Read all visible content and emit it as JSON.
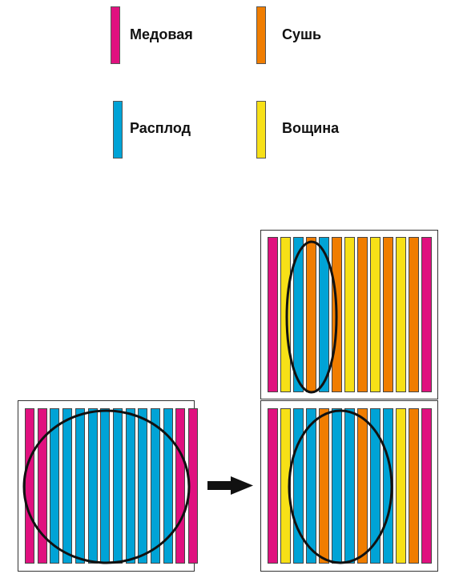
{
  "legend": [
    {
      "key": "honey",
      "label": "Медовая",
      "color": "#E0117F"
    },
    {
      "key": "dry",
      "label": "Сушь",
      "color": "#F07D00"
    },
    {
      "key": "brood",
      "label": "Расплод",
      "color": "#00A3D6"
    },
    {
      "key": "wax",
      "label": "Вощина",
      "color": "#F7E017"
    }
  ],
  "colors": {
    "honey": "#E0117F",
    "dry": "#F07D00",
    "brood": "#00A3D6",
    "wax": "#F7E017",
    "outline": "#111111",
    "arrow": "#111111"
  },
  "hives": {
    "before": {
      "frames": [
        "honey",
        "honey",
        "brood",
        "brood",
        "brood",
        "brood",
        "brood",
        "brood",
        "brood",
        "brood",
        "brood",
        "brood",
        "honey",
        "honey"
      ]
    },
    "after_top": {
      "frames": [
        "honey",
        "wax",
        "brood",
        "dry",
        "brood",
        "dry",
        "wax",
        "dry",
        "wax",
        "dry",
        "wax",
        "dry",
        "honey"
      ]
    },
    "after_bottom": {
      "frames": [
        "honey",
        "wax",
        "brood",
        "brood",
        "dry",
        "brood",
        "brood",
        "dry",
        "brood",
        "brood",
        "wax",
        "dry",
        "honey"
      ]
    }
  }
}
